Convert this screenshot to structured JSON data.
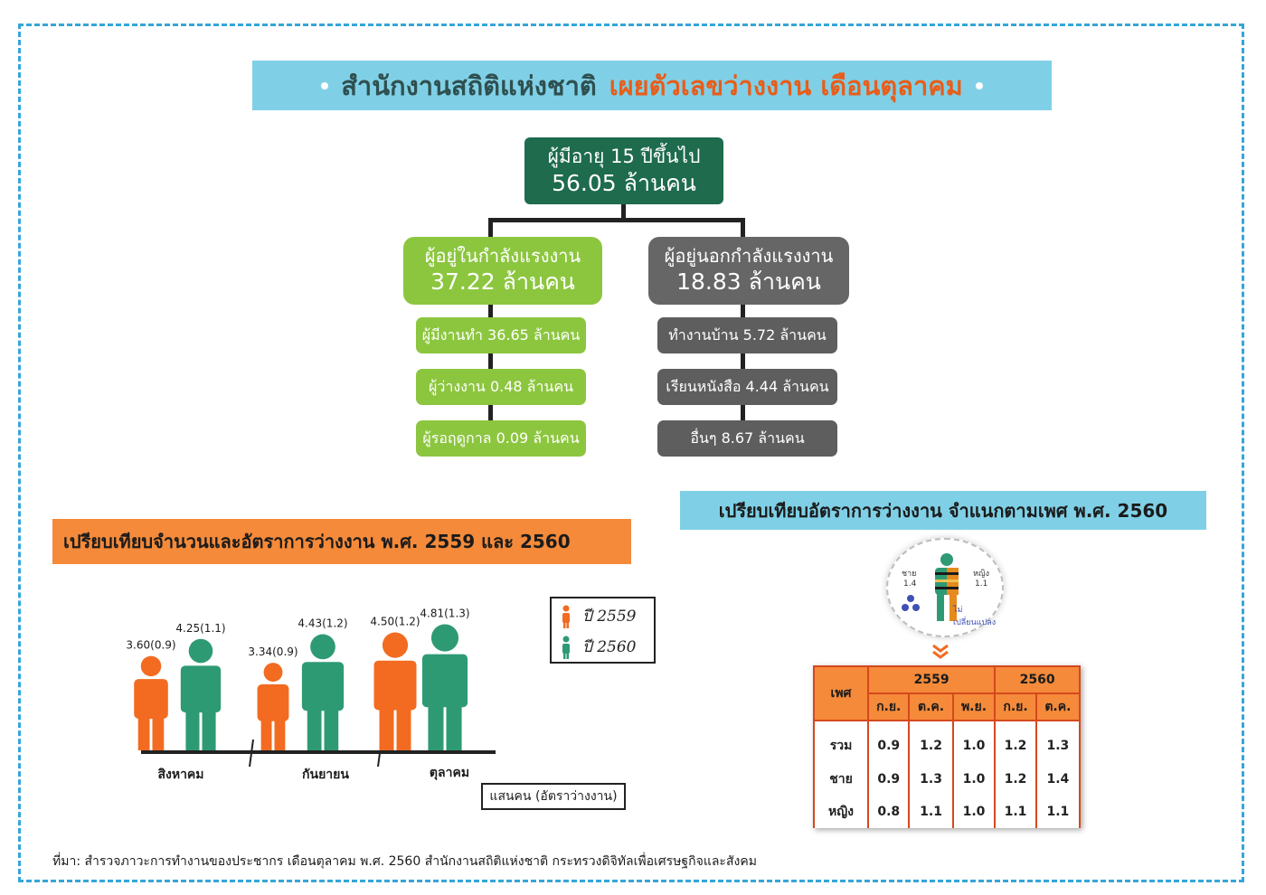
{
  "title": {
    "main": "สำนักงานสถิติแห่งชาติ",
    "accent": "เผยตัวเลขว่างงาน เดือนตุลาคม"
  },
  "tree": {
    "root": {
      "line1": "ผู้มีอายุ 15 ปีขึ้นไป",
      "line2": "56.05 ล้านคน"
    },
    "in_labor": {
      "line1": "ผู้อยู่ในกำลังแรงงาน",
      "line2": "37.22 ล้านคน",
      "items": [
        "ผู้มีงานทำ 36.65 ล้านคน",
        "ผู้ว่างงาน 0.48 ล้านคน",
        "ผู้รอฤดูกาล 0.09 ล้านคน"
      ]
    },
    "out_labor": {
      "line1": "ผู้อยู่นอกกำลังแรงงาน",
      "line2": "18.83 ล้านคน",
      "items": [
        "ทำงานบ้าน 5.72 ล้านคน",
        "เรียนหนังสือ 4.44 ล้านคน",
        "อื่นๆ 8.67 ล้านคน"
      ]
    }
  },
  "compare_banner": "เปรียบเทียบจำนวนและอัตราการว่างงาน พ.ศ. 2559 และ 2560",
  "gender_banner": "เปรียบเทียบอัตราการว่างงาน จำแนกตามเพศ พ.ศ. 2560",
  "colors": {
    "y2559": "#f26b21",
    "y2560": "#2e9a74",
    "title_bg": "#7fd0e6",
    "banner_orange": "#f48a3a",
    "dark_green": "#1e6b4e",
    "light_green": "#8cc63f",
    "gray": "#666666"
  },
  "chart_data": {
    "type": "bar",
    "categories": [
      "สิงหาคม",
      "กันยายน",
      "ตุลาคม"
    ],
    "series": [
      {
        "name": "ปี 2559",
        "values": [
          3.6,
          3.34,
          4.5
        ],
        "rates": [
          0.9,
          0.9,
          1.2
        ],
        "labels": [
          "3.60(0.9)",
          "3.34(0.9)",
          "4.50(1.2)"
        ]
      },
      {
        "name": "ปี 2560",
        "values": [
          4.25,
          4.43,
          4.81
        ],
        "rates": [
          1.1,
          1.2,
          1.3
        ],
        "labels": [
          "4.25(1.1)",
          "4.43(1.2)",
          "4.81(1.3)"
        ]
      }
    ],
    "unit_label": "แสนคน (อัตราว่างงาน)",
    "legend_position": "top-right"
  },
  "badge": {
    "male_label": "ชาย",
    "male_value": "1.4",
    "female_label": "หญิง",
    "female_value": "1.1",
    "note": "ไม่เปลี่ยนแปลง"
  },
  "gender_table": {
    "header_gender": "เพศ",
    "years": [
      "2559",
      "2560"
    ],
    "months_2559": [
      "ก.ย.",
      "ต.ค.",
      "พ.ย."
    ],
    "months_2560": [
      "ก.ย.",
      "ต.ค."
    ],
    "rows": [
      {
        "label": "รวม",
        "values": [
          "0.9",
          "1.2",
          "1.0",
          "1.2",
          "1.3"
        ]
      },
      {
        "label": "ชาย",
        "values": [
          "0.9",
          "1.3",
          "1.0",
          "1.2",
          "1.4"
        ]
      },
      {
        "label": "หญิง",
        "values": [
          "0.8",
          "1.1",
          "1.0",
          "1.1",
          "1.1"
        ]
      }
    ]
  },
  "source": "ที่มา: สำรวจภาวะการทำงานของประชากร เดือนตุลาคม พ.ศ. 2560 สำนักงานสถิติแห่งชาติ กระทรวงดิจิทัลเพื่อเศรษฐกิจและสังคม"
}
